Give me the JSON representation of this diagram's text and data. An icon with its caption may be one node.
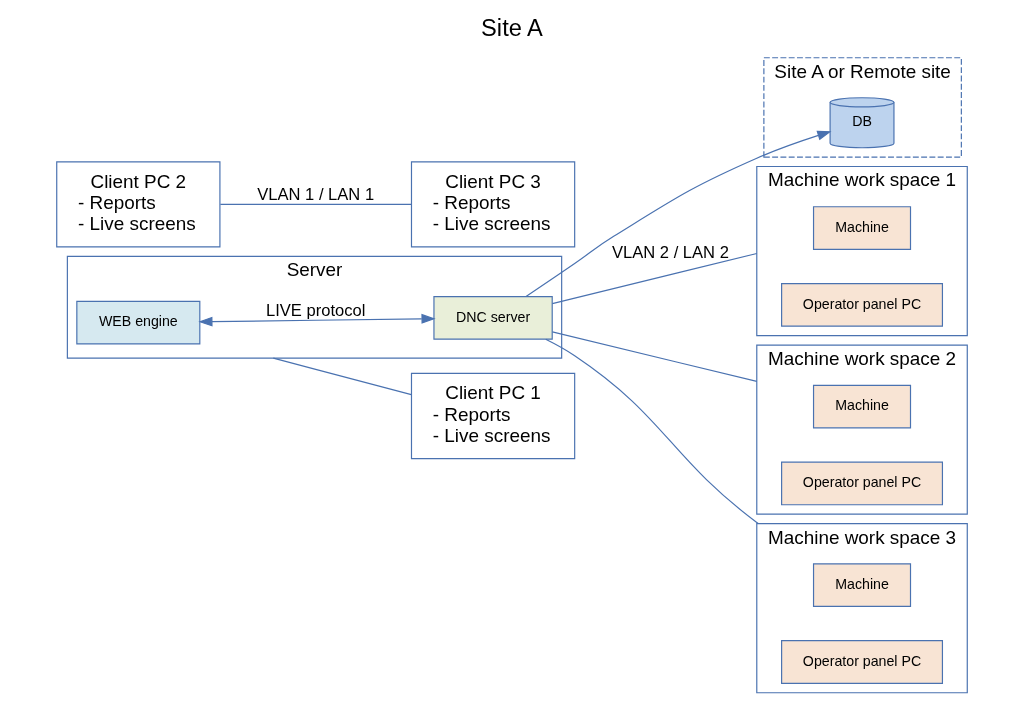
{
  "diagram": {
    "title": "Site A",
    "nodes": [
      {
        "text": [
          "Server"
        ]
      },
      {
        "text": [
          "WEB engine"
        ],
        "in": 0
      },
      {
        "text": [
          "DNC server"
        ],
        "in": 0
      },
      {
        "text": [
          "Site A or Remote site"
        ]
      },
      {
        "text": [
          "DB"
        ],
        "in": 3
      },
      {
        "text": [
          "Client PC 1",
          "- Reports",
          "- Live screens"
        ]
      },
      {
        "text": [
          "Client PC 2",
          "- Reports",
          "- Live screens"
        ]
      },
      {
        "text": [
          "Client PC 3",
          "- Reports",
          "- Live screens"
        ]
      },
      {
        "text": [
          "Machine work space 1"
        ]
      },
      {
        "text": [
          "Machine"
        ],
        "in": 8
      },
      {
        "text": [
          "Operator panel PC"
        ],
        "in": 8
      },
      {
        "text": [
          "Machine work space 2"
        ]
      },
      {
        "text": [
          "Machine"
        ],
        "in": 11
      },
      {
        "text": [
          "Operator panel PC"
        ],
        "in": 11
      },
      {
        "text": [
          "Machine work space 3"
        ]
      },
      {
        "text": [
          "Machine"
        ],
        "in": 14
      },
      {
        "text": [
          "Operator panel PC"
        ],
        "in": 14
      }
    ],
    "edges": [
      {
        "from": 1,
        "to": 2,
        "arrow": "both",
        "label": "LIVE protocol"
      },
      {
        "from": 2,
        "to": 4,
        "arrow": "to"
      },
      {
        "from": 2,
        "to": 8,
        "arrow": "none",
        "label": "VLAN 2 / LAN 2"
      },
      {
        "from": 2,
        "to": 11,
        "arrow": "none"
      },
      {
        "from": 2,
        "to": 14,
        "arrow": "none"
      },
      {
        "from": 0,
        "to": 5,
        "arrow": "none"
      },
      {
        "from": 6,
        "to": 7,
        "arrow": "none",
        "label": "VLAN 1 / LAN 1"
      }
    ]
  }
}
